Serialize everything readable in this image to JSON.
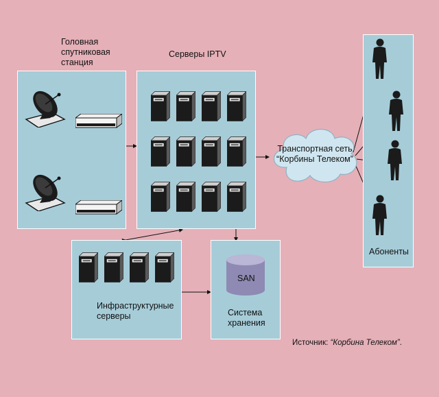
{
  "headend": {
    "title": "Головная\nспутниковая\nстанция"
  },
  "iptv": {
    "title": "Серверы IPTV"
  },
  "infra": {
    "title": "Инфраструктурные\nсерверы"
  },
  "storage": {
    "badge": "SAN",
    "title": "Система\nхранения"
  },
  "transport": {
    "title": "Транспортная сеть\n“Корбины Телеком”"
  },
  "subscribers": {
    "title": "Абоненты"
  },
  "source": {
    "prefix": "Источник: ",
    "name": "“Корбина Телеком”",
    "suffix": "."
  },
  "colors": {
    "background": "#e5b0b8",
    "panel": "#a6ccd8",
    "cloud": "#cfe6f0",
    "device": "#1b1b1b"
  },
  "icons": [
    "satellite-dish-icon",
    "receiver-icon",
    "server-tower-icon",
    "storage-cylinder-icon",
    "cloud-icon",
    "person-icon"
  ]
}
